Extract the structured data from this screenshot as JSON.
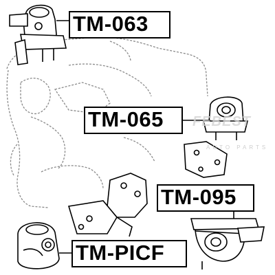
{
  "labels": {
    "tm063": "TM-063",
    "tm065": "TM-065",
    "tm095": "TM-095",
    "tmpicf": "TM-PICF"
  },
  "watermark": {
    "logo": "FEBEST",
    "tagline": "AUTO PARTS"
  },
  "colors": {
    "line": "#000000",
    "ghost": "#8a8a8a",
    "watermark": "#d4d4d4"
  }
}
